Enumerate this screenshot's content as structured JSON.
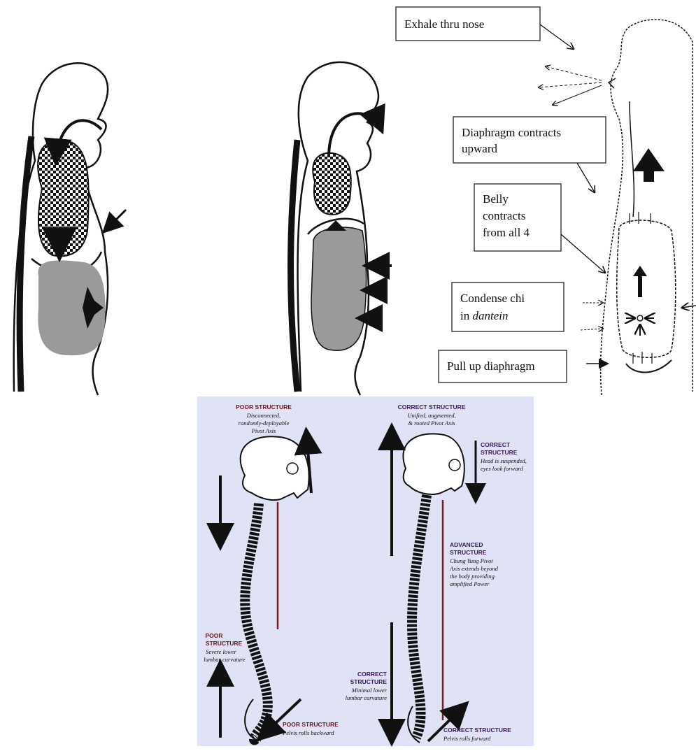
{
  "breathing_labels": {
    "exhale": "Exhale thru nose",
    "diaphragm_1": "Diaphragm contracts",
    "diaphragm_2": "upward",
    "belly_1": "Belly",
    "belly_2": "contracts",
    "belly_3": "from all 4",
    "condense_1": "Condense chi",
    "condense_2_prefix": "in ",
    "condense_2_italic": "dantein",
    "pullup": "Pull up diaphragm"
  },
  "spine_panel": {
    "poor_top_title": "POOR STRUCTURE",
    "poor_top_desc_1": "Disconnected,",
    "poor_top_desc_2": "randomly-deployable",
    "poor_top_desc_3": "Pivot Axis",
    "poor_mid_title_1": "POOR",
    "poor_mid_title_2": "STRUCTURE",
    "poor_mid_desc_1": "Severe lower",
    "poor_mid_desc_2": "lumbar curvature",
    "poor_bottom_title": "POOR STRUCTURE",
    "poor_bottom_desc": "Pelvis rolls backward",
    "correct_top_title": "CORRECT STRUCTURE",
    "correct_top_desc_1": "Unified, augmented,",
    "correct_top_desc_2": "& rooted Pivot Axis",
    "correct_head_title_1": "CORRECT",
    "correct_head_title_2": "STRUCTURE",
    "correct_head_desc_1": "Head is suspended,",
    "correct_head_desc_2": "eyes look forward",
    "advanced_title_1": "ADVANCED",
    "advanced_title_2": "STRUCTURE",
    "advanced_desc_1": "Chung Yung Pivot",
    "advanced_desc_2": "Axis extends beyond",
    "advanced_desc_3": "the body providing",
    "advanced_desc_4": "amplified Power",
    "correct_mid_title_1": "CORRECT",
    "correct_mid_title_2": "STRUCTURE",
    "correct_mid_desc_1": "Minimal lower",
    "correct_mid_desc_2": "lumbar curvature",
    "correct_bottom_title": "CORRECT STRUCTURE",
    "correct_bottom_desc": "Pelvis rolls forward"
  },
  "colors": {
    "panel_bg": "#dfe3f5",
    "poor_text": "#6e1520",
    "correct_text": "#3a1a5e",
    "axis_line": "#7a1a2a",
    "belly_gray": "#9a9a9a"
  }
}
